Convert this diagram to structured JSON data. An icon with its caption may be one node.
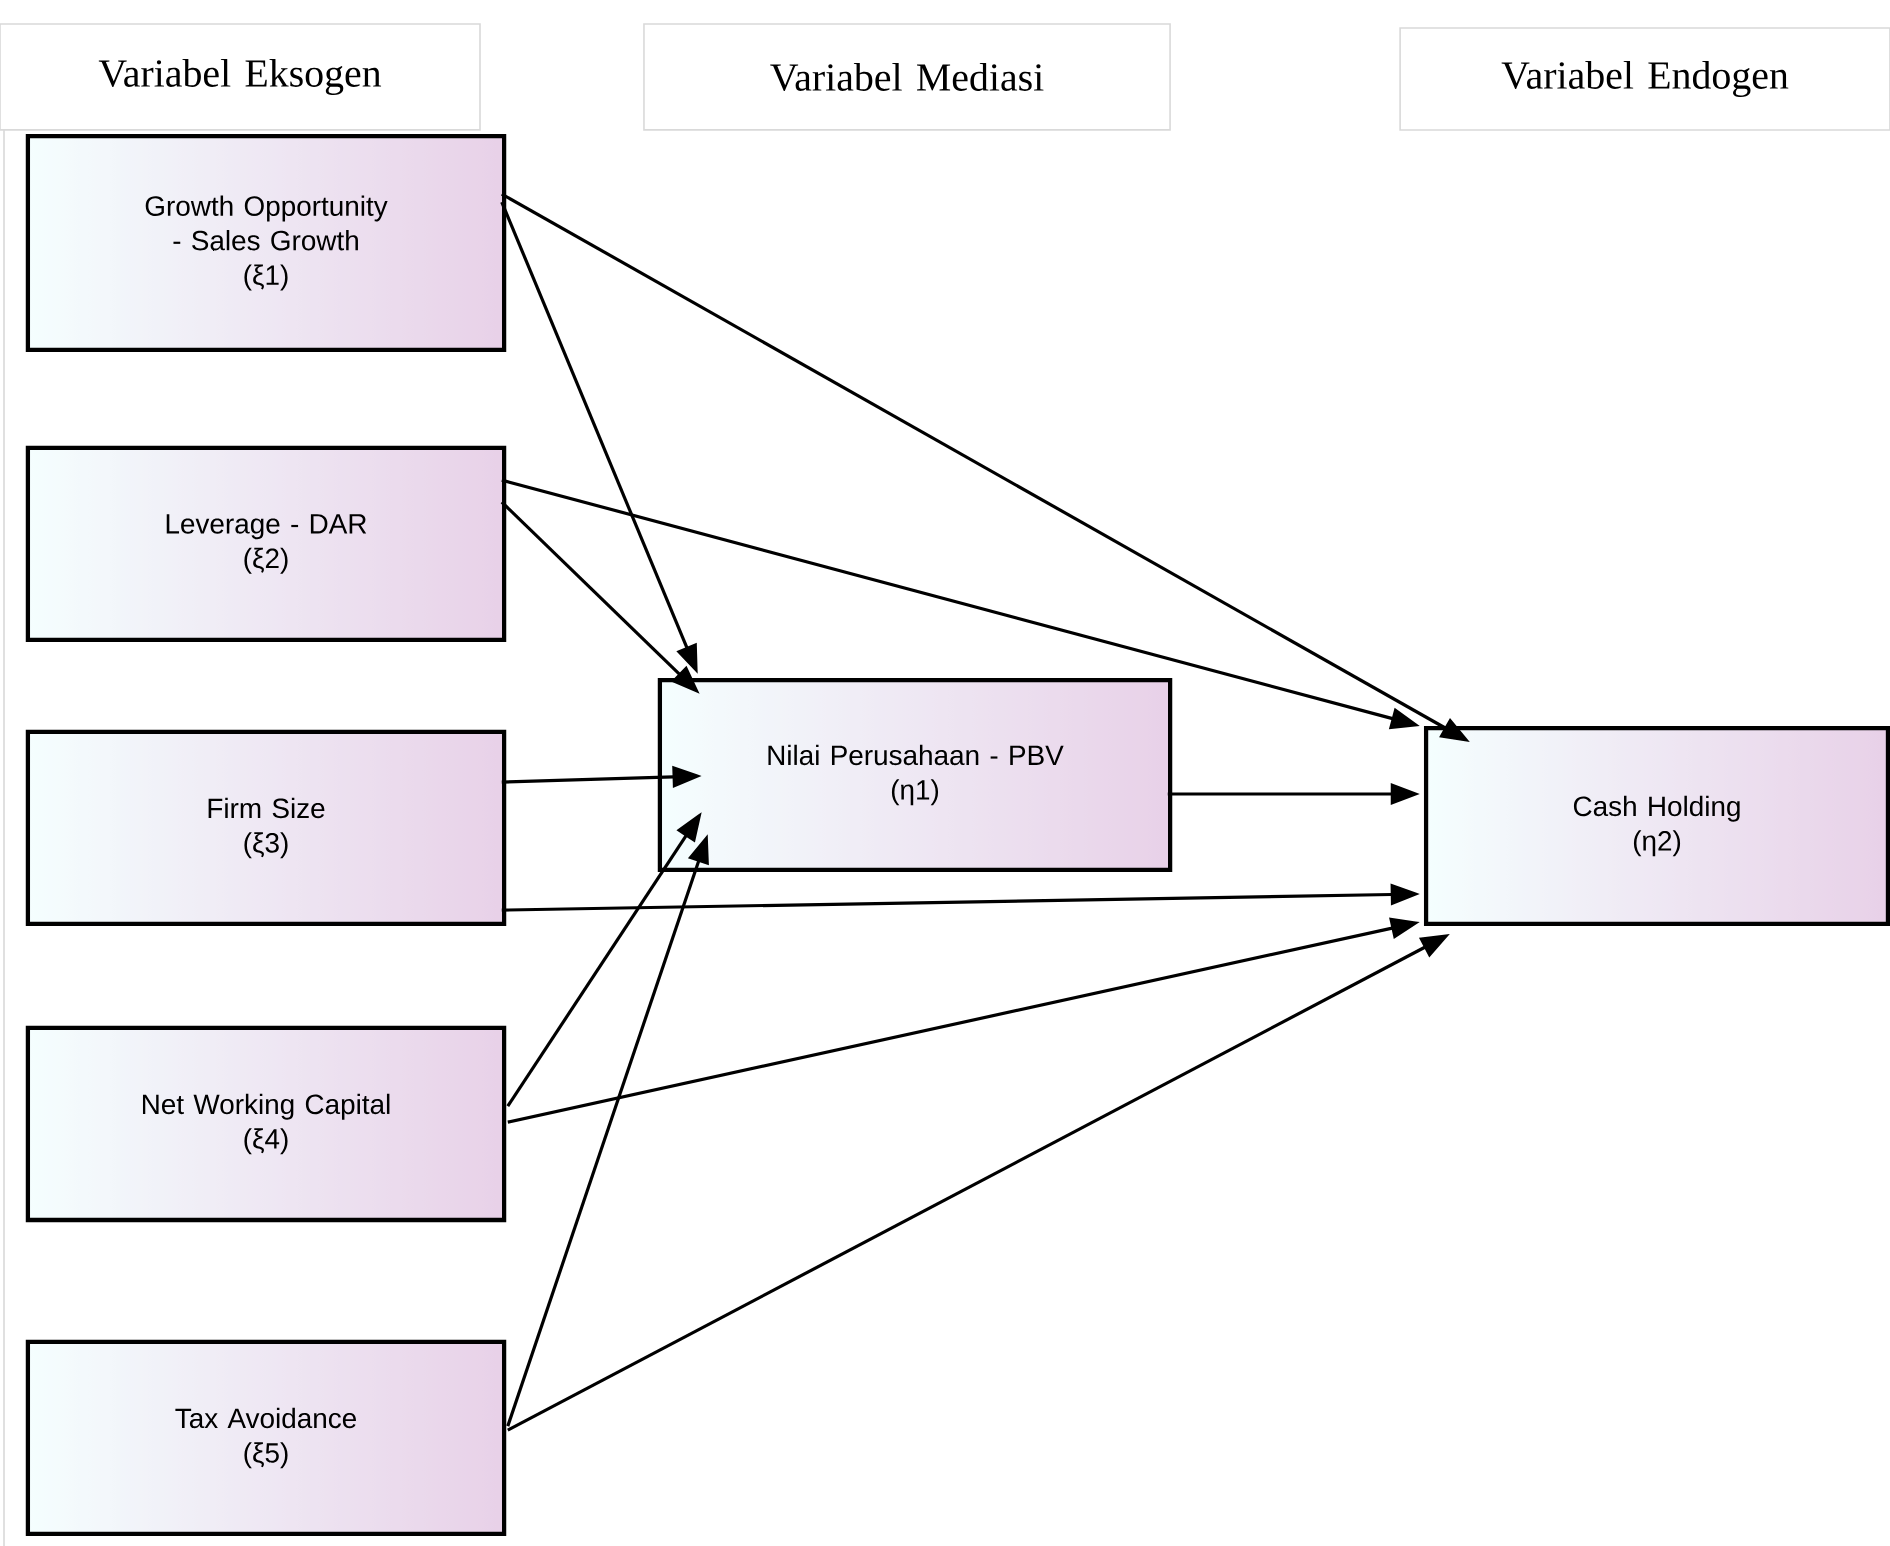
{
  "diagram": {
    "nodes": [
      {
        "text": [
          "Variabel Eksogen"
        ]
      },
      {
        "text": [
          "Variabel Mediasi"
        ]
      },
      {
        "text": [
          "Variabel Endogen"
        ]
      },
      {
        "text": [
          "Growth Opportunity - Sales Growth",
          "(ξ1)"
        ]
      },
      {
        "text": [
          "Leverage - DAR",
          "(ξ2)"
        ]
      },
      {
        "text": [
          "Firm Size",
          "(ξ3)"
        ]
      },
      {
        "text": [
          "Net Working Capital",
          "(ξ4)"
        ]
      },
      {
        "text": [
          "Tax Avoidance",
          "(ξ5)"
        ]
      },
      {
        "text": [
          "Nilai Perusahaan - PBV",
          "(η1)"
        ]
      },
      {
        "text": [
          "Cash Holding",
          "(η2)"
        ]
      }
    ],
    "edges": [
      {
        "from": 3,
        "to": 8,
        "arrow": "to"
      },
      {
        "from": 3,
        "to": 9,
        "arrow": "to"
      },
      {
        "from": 4,
        "to": 8,
        "arrow": "to"
      },
      {
        "from": 4,
        "to": 9,
        "arrow": "to"
      },
      {
        "from": 5,
        "to": 8,
        "arrow": "to"
      },
      {
        "from": 5,
        "to": 9,
        "arrow": "to"
      },
      {
        "from": 6,
        "to": 8,
        "arrow": "to"
      },
      {
        "from": 6,
        "to": 9,
        "arrow": "to"
      },
      {
        "from": 7,
        "to": 8,
        "arrow": "to"
      },
      {
        "from": 7,
        "to": 9,
        "arrow": "to"
      },
      {
        "from": 8,
        "to": 9,
        "arrow": "to"
      }
    ]
  }
}
